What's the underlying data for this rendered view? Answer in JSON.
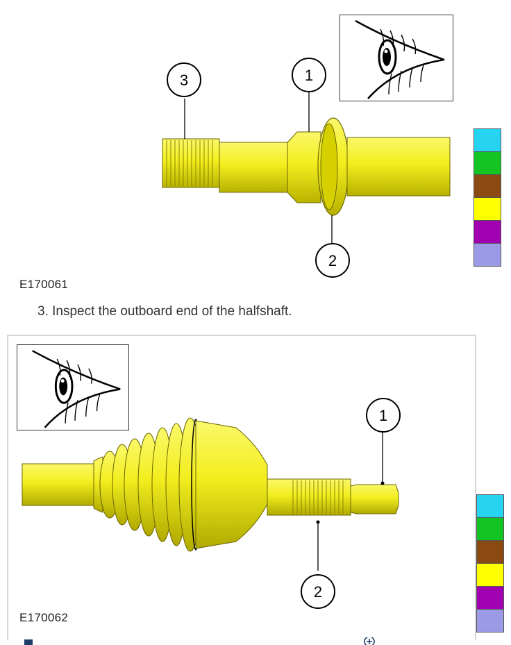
{
  "figure1": {
    "code": "E170061",
    "callouts": [
      "1",
      "2",
      "3"
    ],
    "swatch_colors": [
      "#26d4f2",
      "#13c423",
      "#8a4a12",
      "#ffff00",
      "#a000b0",
      "#9b9ae6"
    ]
  },
  "step": {
    "text": "3. Inspect the outboard end of the halfshaft."
  },
  "figure2": {
    "code": "E170062",
    "callouts": [
      "1",
      "2"
    ],
    "swatch_colors": [
      "#26d4f2",
      "#13c423",
      "#8a4a12",
      "#ffff00",
      "#a000b0",
      "#9b9ae6"
    ]
  },
  "footer": {
    "left_icon": "square-icon",
    "right_icon": "plus-circle-icon"
  },
  "colors": {
    "part_yellow": "#f2ee1e",
    "part_dark": "#a9a300",
    "outline": "#6b6600"
  }
}
